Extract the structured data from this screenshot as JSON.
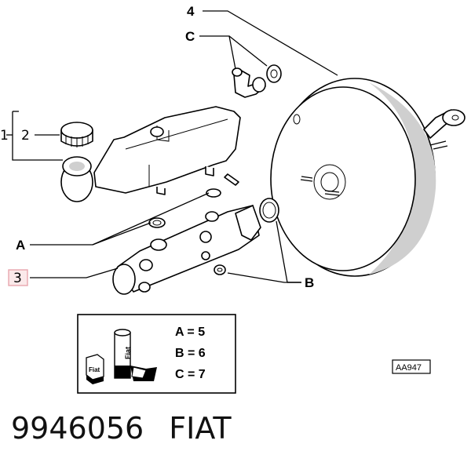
{
  "callouts": {
    "one": "1",
    "two": "2",
    "three": "3",
    "four": "4",
    "a": "A",
    "b": "B",
    "c": "C"
  },
  "legend": {
    "line_a": "A = 5",
    "line_b": "B = 6",
    "line_c": "C = 7",
    "can_label": "Fiat",
    "box_label": "Fiat"
  },
  "ref_code": "AA947",
  "caption": {
    "part_number": "9946056",
    "brand": "FIAT"
  },
  "colors": {
    "highlight_box": "#e8a6ad",
    "highlight_fill": "#fbe9ea",
    "line": "#000000"
  }
}
